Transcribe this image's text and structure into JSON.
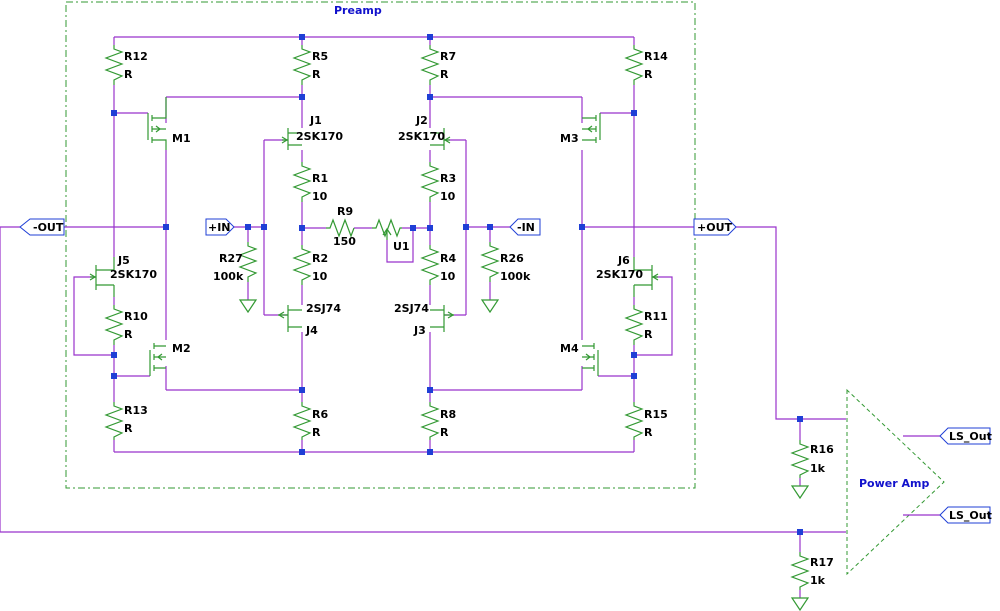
{
  "colors": {
    "wire": "#9933cc",
    "component": "#339933",
    "junction": "#1f3fd6",
    "label_text": "#000000",
    "title_text": "#1111cc",
    "port_fill": "#ffffff",
    "port_stroke": "#1f3fd6"
  },
  "blocks": {
    "preamp_title": "Preamp",
    "power_amp_title": "Power Amp"
  },
  "ports": {
    "minus_out": "-OUT",
    "plus_out": "+OUT",
    "plus_in": "+IN",
    "minus_in": "-IN",
    "ls_out_1": "LS_Out",
    "ls_out_2": "LS_Out"
  },
  "components": {
    "r12": {
      "ref": "R12",
      "value": "R"
    },
    "r5": {
      "ref": "R5",
      "value": "R"
    },
    "r7": {
      "ref": "R7",
      "value": "R"
    },
    "r14": {
      "ref": "R14",
      "value": "R"
    },
    "j1": {
      "ref": "J1",
      "value": "2SK170"
    },
    "j2": {
      "ref": "J2",
      "value": "2SK170"
    },
    "m1": {
      "ref": "M1"
    },
    "m3": {
      "ref": "M3"
    },
    "r1": {
      "ref": "R1",
      "value": "10"
    },
    "r3": {
      "ref": "R3",
      "value": "10"
    },
    "r9": {
      "ref": "R9",
      "value": "150"
    },
    "u1": {
      "ref": "U1"
    },
    "r2": {
      "ref": "R2",
      "value": "10"
    },
    "r4": {
      "ref": "R4",
      "value": "10"
    },
    "r27": {
      "ref": "R27",
      "value": "100k"
    },
    "r26": {
      "ref": "R26",
      "value": "100k"
    },
    "j5": {
      "ref": "J5",
      "value": "2SK170"
    },
    "j6": {
      "ref": "J6",
      "value": "2SK170"
    },
    "j4": {
      "ref": "J4",
      "value": "2SJ74"
    },
    "j3": {
      "ref": "J3",
      "value": "2SJ74"
    },
    "r10": {
      "ref": "R10",
      "value": "R"
    },
    "r11": {
      "ref": "R11",
      "value": "R"
    },
    "m2": {
      "ref": "M2"
    },
    "m4": {
      "ref": "M4"
    },
    "r13": {
      "ref": "R13",
      "value": "R"
    },
    "r6": {
      "ref": "R6",
      "value": "R"
    },
    "r8": {
      "ref": "R8",
      "value": "R"
    },
    "r15": {
      "ref": "R15",
      "value": "R"
    },
    "r16": {
      "ref": "R16",
      "value": "1k"
    },
    "r17": {
      "ref": "R17",
      "value": "1k"
    }
  }
}
